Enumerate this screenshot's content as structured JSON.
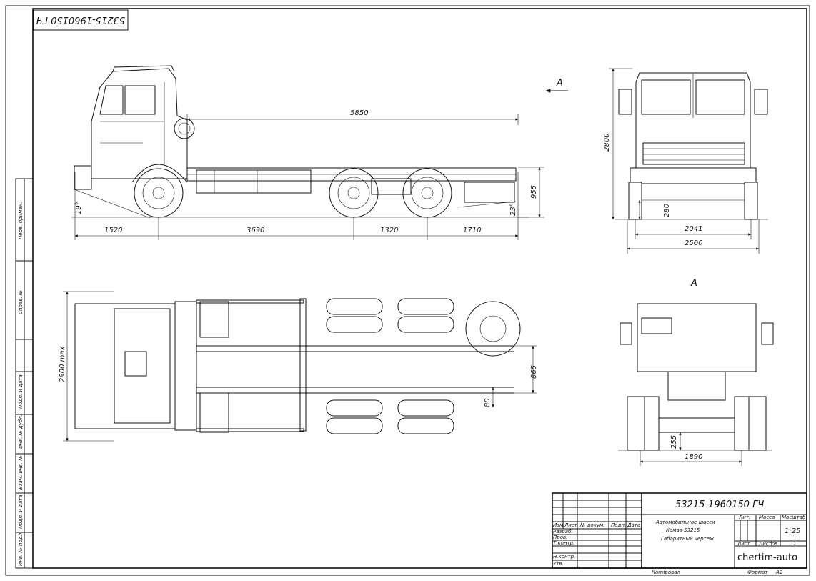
{
  "stamp_code": "53215-1960150 ГЧ",
  "view_label": "А",
  "dims": {
    "overall_length": "5850",
    "front_overhang": "1520",
    "wheelbase_1": "3690",
    "bogie_base": "1320",
    "rear_overhang": "1710",
    "frame_height": "955",
    "approach_angle": "19°",
    "departure_angle": "23°",
    "height": "2800",
    "ground_clearance": "280",
    "track_front": "2041",
    "width": "2500",
    "width_max": "2900 max",
    "frame_width": "865",
    "frame_offset": "80",
    "rear_clearance": "255",
    "track_rear": "1890"
  },
  "title_block": {
    "designation": "53215-1960150 ГЧ",
    "name_line1": "Автомобильное шасси",
    "name_line2": "Камаз-53215",
    "name_line3": "Габаритный чертеж",
    "col_lit": "Лит.",
    "col_mass": "Масса",
    "col_scale": "Масштаб",
    "scale": "1:25",
    "sheet_label": "Лист",
    "sheets_label": "Листов",
    "sheets_count": "1",
    "org": "chertim-auto",
    "row_izm": "Изм.",
    "row_list": "Лист",
    "row_doc": "№ докум.",
    "row_sign": "Подп.",
    "row_date": "Дата",
    "row_razrab": "Разраб.",
    "row_prov": "Пров.",
    "row_tkontr": "Т.контр.",
    "row_nkontr": "Н.контр.",
    "row_utv": "Утв.",
    "copied": "Копировал",
    "format_label": "Формат",
    "format": "A2"
  },
  "side_strip": {
    "perv_primen": "Перв. примен.",
    "sprav": "Справ. №",
    "podp_data_1": "Подп. и дата",
    "inv_dubl": "Инв. № дубл.",
    "vzam_inv": "Взам. инв. №",
    "podp_data_2": "Подп. и дата",
    "inv_podl": "Инв. № подл."
  }
}
